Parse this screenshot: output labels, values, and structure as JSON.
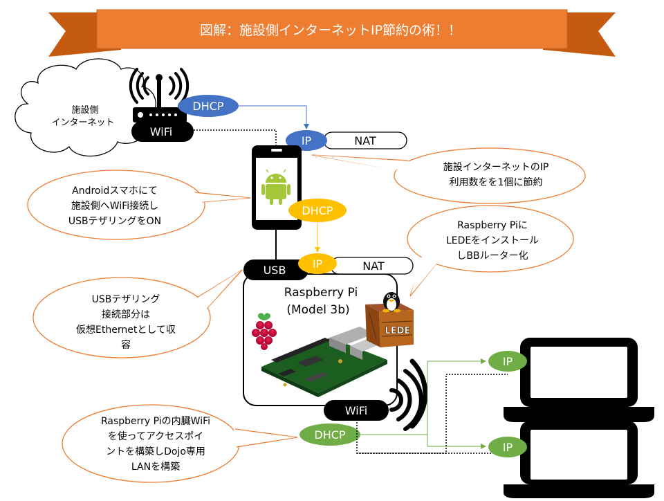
{
  "title": "図解：施設側インターネットIP節約の術！！",
  "cloud": {
    "line1": "施設側",
    "line2": "インターネット"
  },
  "router": {
    "wifi_label": "WiFi"
  },
  "dhcp_top": "DHCP",
  "ip_top": "IP",
  "nat_top": "NAT",
  "callout_ip_saving": {
    "line1": "施設インターネットのIP",
    "line2": "利用数をを1個に節約"
  },
  "callout_android": {
    "line1": "Androidスマホにて",
    "line2": "施設側へWiFi接続し",
    "line3": "USBテザリングをON"
  },
  "dhcp_phone": "DHCP",
  "callout_lede": {
    "line1": "Raspberry Piに",
    "line2": "LEDEをインストール",
    "line3": "しBBルーター化"
  },
  "usb_label": "USB",
  "ip_pi": "IP",
  "nat_pi": "NAT",
  "pi_box": {
    "line1": "Raspberry Pi",
    "line2": "(Model 3b)"
  },
  "lede_label": "LEDE",
  "callout_usb": {
    "line1": "USBテザリング",
    "line2": "接続部分は",
    "line3": "仮想Ethernetとして収",
    "line4": "容"
  },
  "pi_wifi_label": "WiFi",
  "dhcp_pi": "DHCP",
  "callout_ap": {
    "line1": "Raspberry Piの内臓WiFi",
    "line2": "を使ってアクセスポイ",
    "line3": "ントを構築しDojo専用",
    "line4": "LANを構築"
  },
  "laptop1_ip": "IP",
  "laptop2_ip": "IP",
  "colors": {
    "banner": "#ED7D31",
    "dhcp_blue": "#4472C4",
    "dhcp_yellow": "#FFC000",
    "dhcp_green": "#70AD47",
    "callout_border": "#ED7D31"
  }
}
